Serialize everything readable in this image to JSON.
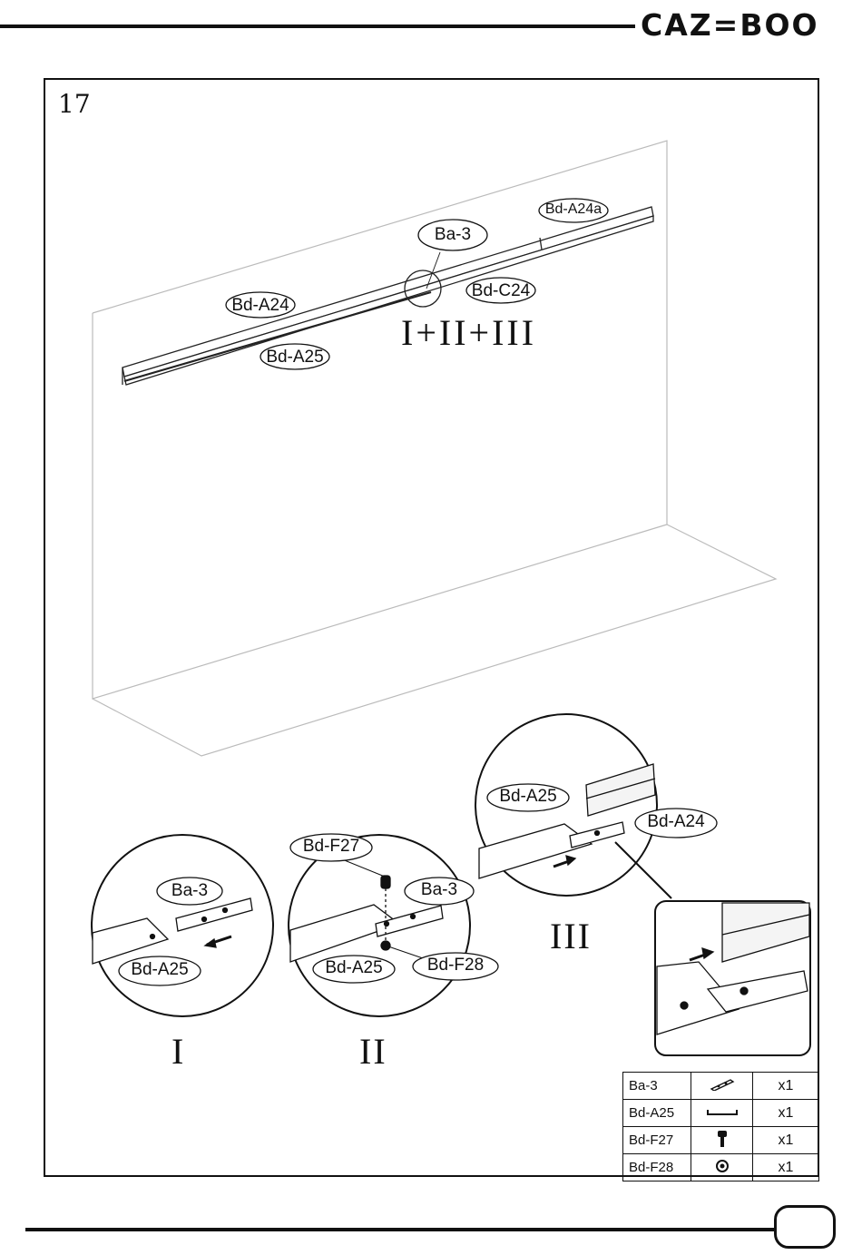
{
  "header": {
    "brand": "CAZ=BOO"
  },
  "step": {
    "number": "17"
  },
  "labels": {
    "main_a24a": "Bd-A24a",
    "main_ba3": "Ba-3",
    "main_c24": "Bd-C24",
    "main_a24": "Bd-A24",
    "main_a25": "Bd-A25",
    "main_steps": "I+II+III",
    "d1_ba3": "Ba-3",
    "d1_a25": "Bd-A25",
    "d2_f27": "Bd-F27",
    "d2_ba3": "Ba-3",
    "d2_a25": "Bd-A25",
    "d2_f28": "Bd-F28",
    "d3_a25": "Bd-A25",
    "d3_a24": "Bd-A24"
  },
  "roman": {
    "one": "I",
    "two": "II",
    "three": "III"
  },
  "parts": [
    {
      "code": "Ba-3",
      "icon": "plate-icon",
      "qty": "x1"
    },
    {
      "code": "Bd-A25",
      "icon": "rail-icon",
      "qty": "x1"
    },
    {
      "code": "Bd-F27",
      "icon": "screw-icon",
      "qty": "x1"
    },
    {
      "code": "Bd-F28",
      "icon": "nut-icon",
      "qty": "x1"
    }
  ],
  "footer": {
    "page_number": ""
  }
}
